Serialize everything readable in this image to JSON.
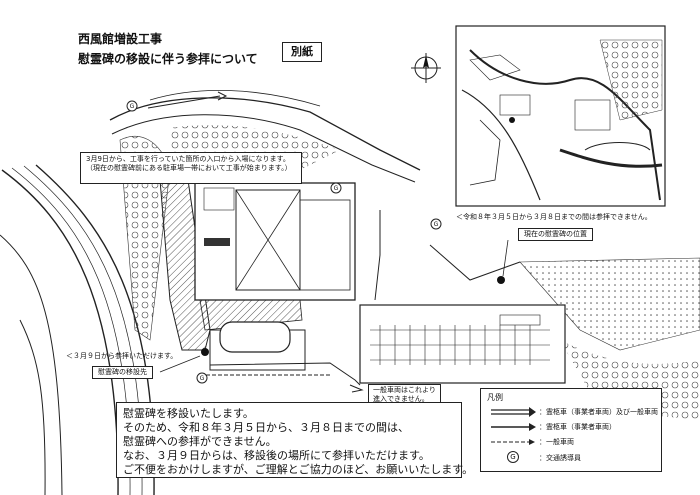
{
  "header": {
    "title_line1": "西風館増設工事",
    "title_line2": "慰霊碑の移設に伴う参拝について",
    "badge": "別紙"
  },
  "callouts": {
    "entrance_line1": "3月9日から、工事を行っていた箇所の入口から入場になります。",
    "entrance_line2": "（現在の慰霊碑前にある駐車場一帯において工事が始まります。）",
    "no_visit_period": "＜令和８年３月５日から３月８日までの間は参拝できません。",
    "current_location": "現在の慰霊碑の位置",
    "visit_from_date": "＜３月９日から参拝いただけます。",
    "relocation_site": "慰霊碑の移設先",
    "general_vehicle_line1": "一般車両はこれより",
    "general_vehicle_line2": "進入できません。"
  },
  "notice": {
    "line1": "慰霊碑を移設いたします。",
    "line2": "そのため、令和８年３月５日から、３月８日までの間は、",
    "line3": "慰霊碑への参拝ができません。",
    "line4": "なお、３月９日からは、移設後の場所にて参拝いただけます。",
    "line5": "ご不便をおかけしますが、ご理解とご協力のほど、お願いいたします。"
  },
  "legend": {
    "title": "凡例",
    "items": [
      {
        "label": "：霊柩車（事業者車両）及び一般車両"
      },
      {
        "label": "：霊柩車（事業者車両）"
      },
      {
        "label": "：一般車両"
      },
      {
        "label": "：交通誘導員",
        "symbol": "G"
      }
    ]
  },
  "guide_symbol": "G",
  "colors": {
    "line": "#222222",
    "hatch": "#555555",
    "map_dark": "#2a2a2a",
    "shade": "#cfcfcf"
  }
}
